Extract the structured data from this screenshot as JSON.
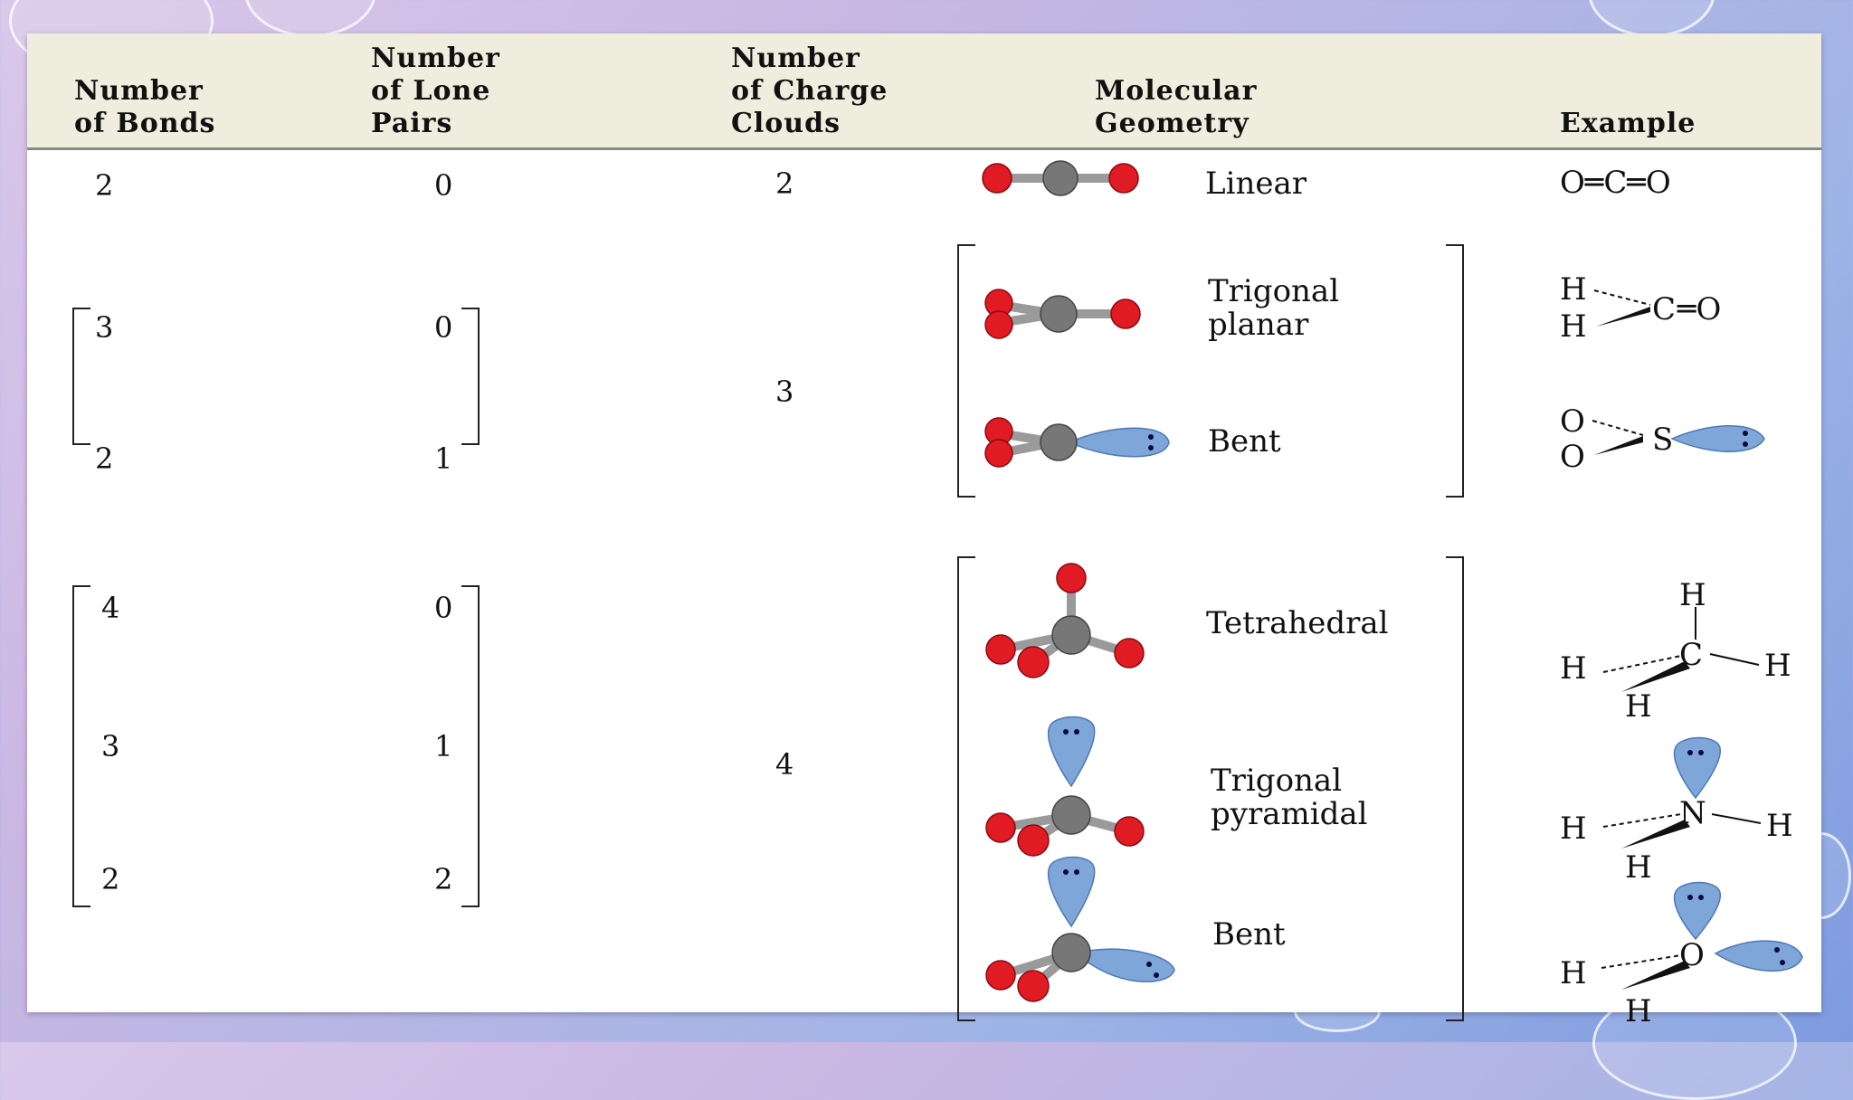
{
  "headers": {
    "bonds": "Number\nof Bonds",
    "lone_pairs": "Number\nof Lone\nPairs",
    "charge_clouds": "Number\nof Charge\nClouds",
    "geometry": "Molecular\nGeometry",
    "example": "Example"
  },
  "rows": [
    {
      "bonds": "2",
      "lone_pairs": "0",
      "geometry": "Linear",
      "example": "O═C═O"
    },
    {
      "bonds": "3",
      "lone_pairs": "0",
      "geometry": "Trigonal\nplanar",
      "example": {
        "left_top": "H",
        "left_bottom": "H",
        "center": "C",
        "right": "═O"
      }
    },
    {
      "bonds": "2",
      "lone_pairs": "1",
      "geometry": "Bent",
      "example": {
        "left_top": "O",
        "left_bottom": "O",
        "center": "S"
      }
    },
    {
      "bonds": "4",
      "lone_pairs": "0",
      "geometry": "Tetrahedral",
      "example": {
        "top": "H",
        "left": "H",
        "center": "C",
        "right": "H",
        "bottom": "H"
      }
    },
    {
      "bonds": "3",
      "lone_pairs": "1",
      "geometry": "Trigonal\npyramidal",
      "example": {
        "left": "H",
        "center": "N",
        "right": "H",
        "bottom": "H"
      }
    },
    {
      "bonds": "2",
      "lone_pairs": "2",
      "geometry": "Bent",
      "example": {
        "left": "H",
        "center": "O",
        "bottom": "H"
      }
    }
  ],
  "charge_clouds": [
    "2",
    "3",
    "4"
  ],
  "colors": {
    "oxygen_atom": "#e01b24",
    "central_atom": "#777777",
    "lone_pair": "#7fa6d8",
    "header_band": "#efeede"
  }
}
